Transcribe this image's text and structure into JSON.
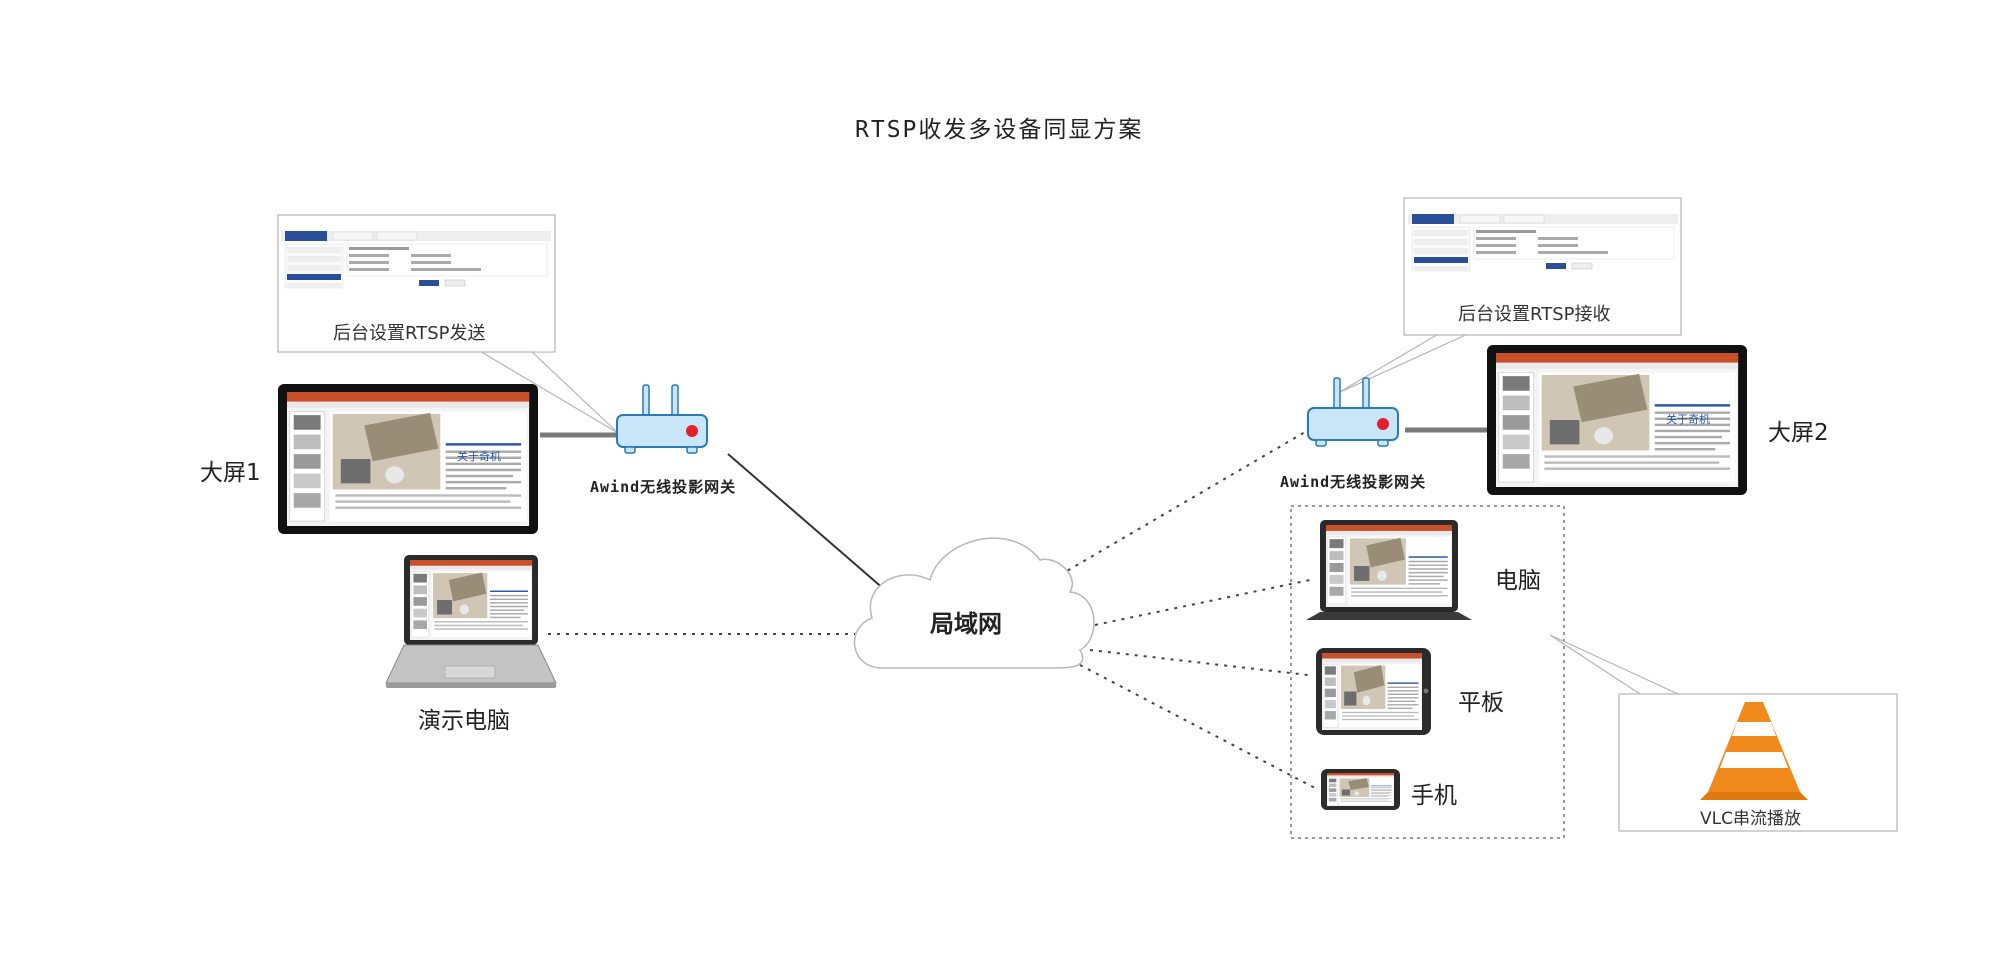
{
  "title": "RTSP收发多设备同显方案",
  "callouts": {
    "send": "后台设置RTSP发送",
    "receive": "后台设置RTSP接收",
    "vlc": "VLC串流播放"
  },
  "devices": {
    "screen1": "大屏1",
    "screen2": "大屏2",
    "demo_pc": "演示电脑",
    "gateway_left": "Awind无线投影网关",
    "gateway_right": "Awind无线投影网关",
    "lan": "局域网",
    "pc": "电脑",
    "tablet": "平板",
    "phone": "手机"
  },
  "slide": {
    "heading": "关于奇机"
  },
  "colors": {
    "router_body": "#c8e6f8",
    "router_outline": "#2a7ab8",
    "router_led": "#e0202a",
    "cloud_stroke": "#b8b8b8",
    "ppt_orange": "#c8502a",
    "vlc_orange": "#f08a1c"
  }
}
